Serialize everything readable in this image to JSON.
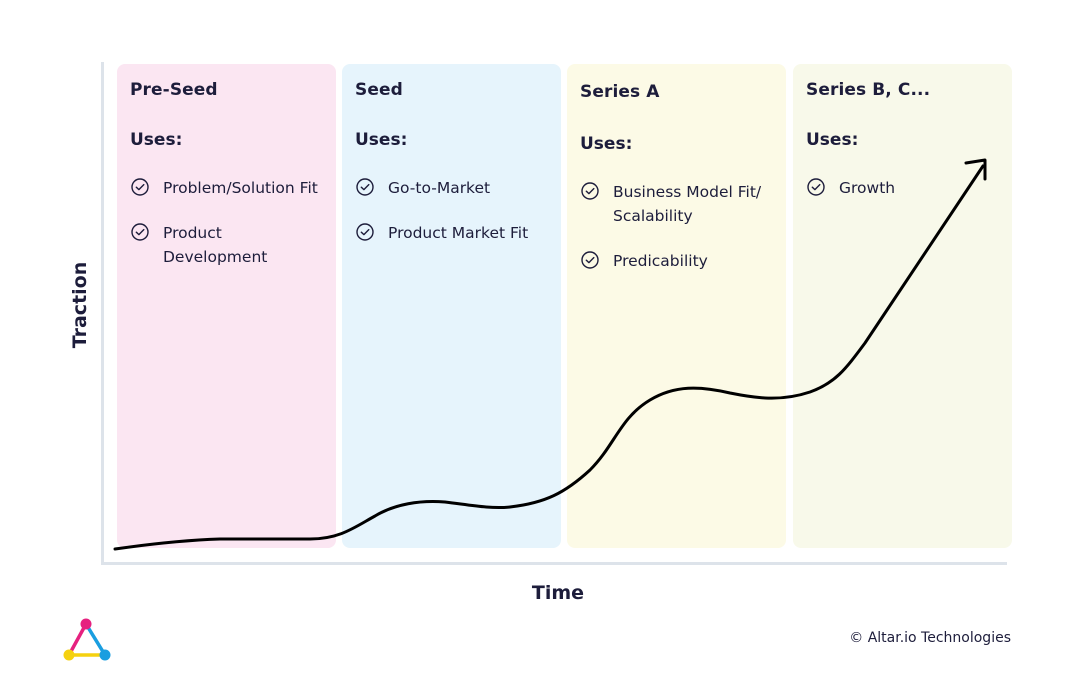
{
  "axes": {
    "y_label": "Traction",
    "x_label": "Time"
  },
  "stages": [
    {
      "title": "Pre-Seed",
      "uses_label": "Uses:",
      "color": "#fbe6f2",
      "uses": [
        "Problem/Solution Fit",
        "Product Development"
      ]
    },
    {
      "title": "Seed",
      "uses_label": "Uses:",
      "color": "#e6f4fc",
      "uses": [
        "Go-to-Market",
        "Product Market Fit"
      ]
    },
    {
      "title": "Series A",
      "uses_label": "Uses:",
      "color": "#fcfae6",
      "uses": [
        "Business Model Fit/ Scalability",
        "Predicability"
      ]
    },
    {
      "title": "Series B, C...",
      "uses_label": "Uses:",
      "color": "#f8f9ea",
      "uses": [
        "Growth"
      ]
    }
  ],
  "icons": {
    "use_item": "check-circle-icon",
    "logo": "altar-triangle-logo-icon"
  },
  "colors": {
    "text": "#1d1d3b",
    "curve": "#000000",
    "axis": "#dde3ea",
    "logo_pink": "#e6217f",
    "logo_blue": "#1a9ee0",
    "logo_yellow": "#f5d10f"
  },
  "footer": {
    "copyright": "© Altar.io Technologies"
  }
}
